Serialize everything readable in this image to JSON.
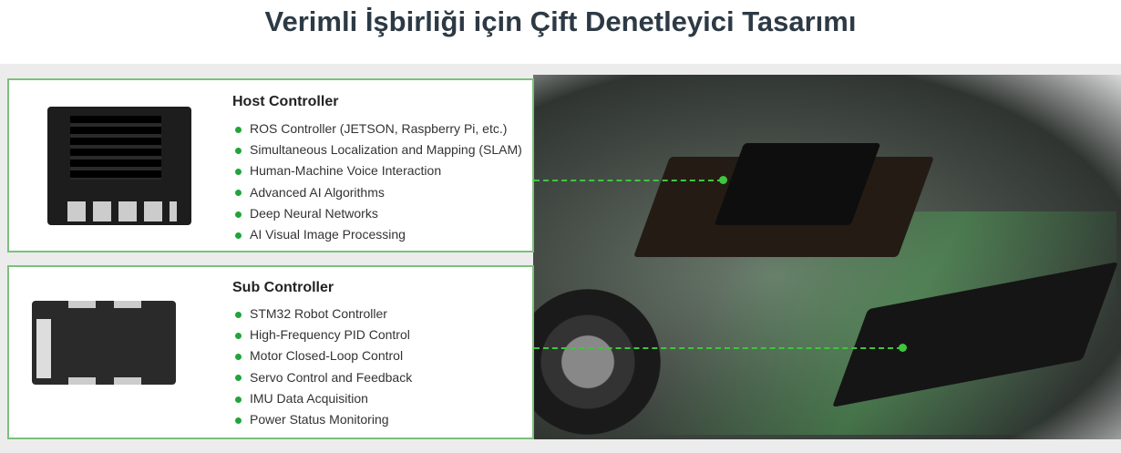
{
  "title": "Verimli İşbirliği için Çift Denetleyici Tasarımı",
  "host": {
    "heading": "Host Controller",
    "items": [
      "ROS Controller (JETSON, Raspberry Pi, etc.)",
      "Simultaneous Localization and Mapping (SLAM)",
      "Human-Machine Voice Interaction",
      "Advanced AI Algorithms",
      "Deep Neural Networks",
      "AI Visual Image Processing"
    ]
  },
  "sub": {
    "heading": "Sub Controller",
    "items": [
      "STM32 Robot Controller",
      "High-Frequency PID Control",
      "Motor Closed-Loop Control",
      "Servo Control and Feedback",
      "IMU Data Acquisition",
      "Power Status Monitoring"
    ]
  },
  "colors": {
    "accent": "#3ec63e",
    "border": "#7cc07a",
    "title": "#2d3a45"
  }
}
